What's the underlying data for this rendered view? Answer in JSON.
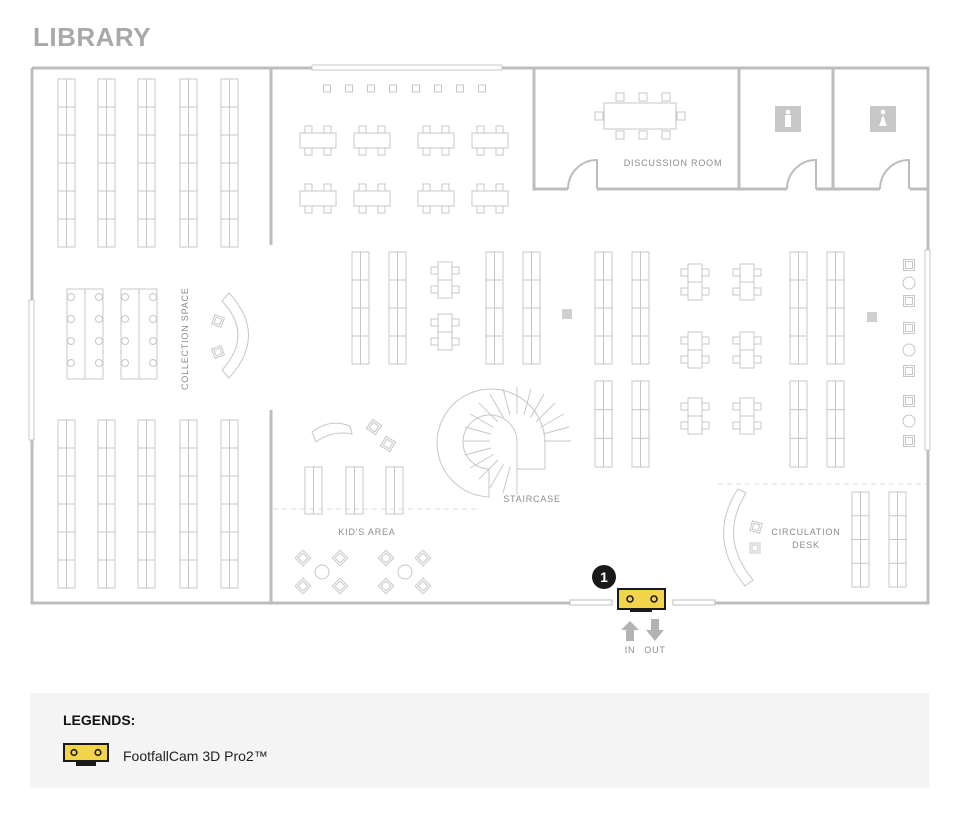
{
  "title": "LIBRARY",
  "rooms": {
    "collection_space": "COLLECTION SPACE",
    "discussion_room": "DISCUSSION ROOM",
    "staircase": "STAIRCASE",
    "kids_area": "KID'S AREA",
    "circulation_line1": "CIRCULATION",
    "circulation_line2": "DESK"
  },
  "entrance": {
    "camera_number": "1",
    "in_label": "IN",
    "out_label": "OUT"
  },
  "legend": {
    "title": "LEGENDS:",
    "items": [
      {
        "label": "FootfallCam 3D Pro2™",
        "icon": "footfallcam-3d-pro2-icon",
        "color": "#f2d44b"
      }
    ]
  },
  "colors": {
    "wall": "#bdbdbd",
    "furniture": "#c7c7c7",
    "camera": "#f2d44b",
    "badge": "#1a1a1a"
  }
}
